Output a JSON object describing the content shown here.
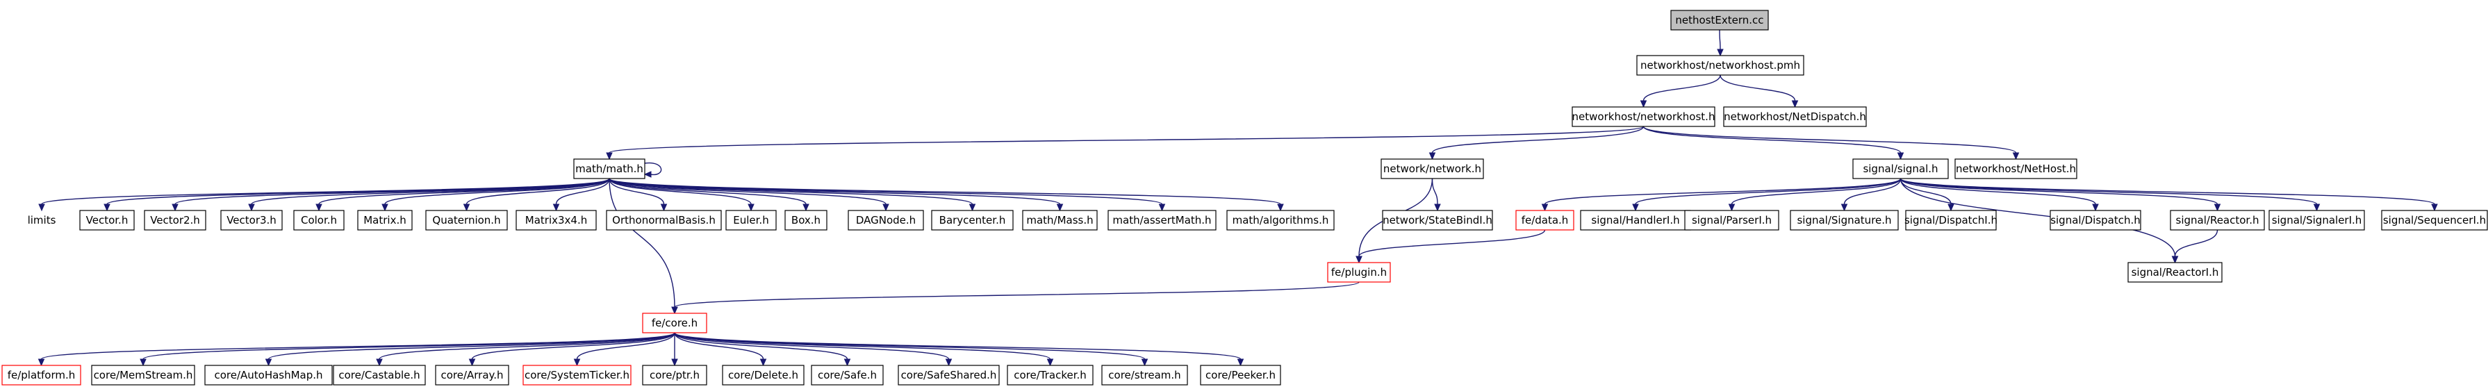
{
  "nodes": [
    {
      "id": "root",
      "label": "nethostExtern.cc",
      "style": "root"
    },
    {
      "id": "pmh",
      "label": "networkhost/networkhost.pmh",
      "style": "normal"
    },
    {
      "id": "nh",
      "label": "networkhost/networkhost.h",
      "style": "normal"
    },
    {
      "id": "netdispatch",
      "label": "networkhost/NetDispatch.h",
      "style": "normal"
    },
    {
      "id": "mathh",
      "label": "math/math.h",
      "style": "normal"
    },
    {
      "id": "networkh",
      "label": "network/network.h",
      "style": "normal"
    },
    {
      "id": "signalh",
      "label": "signal/signal.h",
      "style": "normal"
    },
    {
      "id": "nethost",
      "label": "networkhost/NetHost.h",
      "style": "normal"
    },
    {
      "id": "limits",
      "label": "limits",
      "style": "plain"
    },
    {
      "id": "vector",
      "label": "Vector.h",
      "style": "normal"
    },
    {
      "id": "vector2",
      "label": "Vector2.h",
      "style": "normal"
    },
    {
      "id": "vector3",
      "label": "Vector3.h",
      "style": "normal"
    },
    {
      "id": "color",
      "label": "Color.h",
      "style": "normal"
    },
    {
      "id": "matrix",
      "label": "Matrix.h",
      "style": "normal"
    },
    {
      "id": "quaternion",
      "label": "Quaternion.h",
      "style": "normal"
    },
    {
      "id": "matrix3x4",
      "label": "Matrix3x4.h",
      "style": "normal"
    },
    {
      "id": "orthonormal",
      "label": "OrthonormalBasis.h",
      "style": "normal"
    },
    {
      "id": "euler",
      "label": "Euler.h",
      "style": "normal"
    },
    {
      "id": "box",
      "label": "Box.h",
      "style": "normal"
    },
    {
      "id": "dagnode",
      "label": "DAGNode.h",
      "style": "normal"
    },
    {
      "id": "barycenter",
      "label": "Barycenter.h",
      "style": "normal"
    },
    {
      "id": "mass",
      "label": "math/Mass.h",
      "style": "normal"
    },
    {
      "id": "assertmath",
      "label": "math/assertMath.h",
      "style": "normal"
    },
    {
      "id": "algorithms",
      "label": "math/algorithms.h",
      "style": "normal"
    },
    {
      "id": "statebindi",
      "label": "network/StateBindI.h",
      "style": "normal"
    },
    {
      "id": "fedata",
      "label": "fe/data.h",
      "style": "red"
    },
    {
      "id": "handleri",
      "label": "signal/HandlerI.h",
      "style": "normal"
    },
    {
      "id": "parseri",
      "label": "signal/ParserI.h",
      "style": "normal"
    },
    {
      "id": "signature",
      "label": "signal/Signature.h",
      "style": "normal"
    },
    {
      "id": "dispatchi",
      "label": "signal/DispatchI.h",
      "style": "normal"
    },
    {
      "id": "dispatch",
      "label": "signal/Dispatch.h",
      "style": "normal"
    },
    {
      "id": "reactor",
      "label": "signal/Reactor.h",
      "style": "normal"
    },
    {
      "id": "signaleri",
      "label": "signal/SignalerI.h",
      "style": "normal"
    },
    {
      "id": "sequenceri",
      "label": "signal/SequencerI.h",
      "style": "normal"
    },
    {
      "id": "fecore",
      "label": "fe/core.h",
      "style": "red"
    },
    {
      "id": "plugin",
      "label": "fe/plugin.h",
      "style": "red"
    },
    {
      "id": "reactori",
      "label": "signal/ReactorI.h",
      "style": "normal"
    },
    {
      "id": "platform",
      "label": "fe/platform.h",
      "style": "red"
    },
    {
      "id": "memstream",
      "label": "core/MemStream.h",
      "style": "normal"
    },
    {
      "id": "autohashmap",
      "label": "core/AutoHashMap.h",
      "style": "normal"
    },
    {
      "id": "castable",
      "label": "core/Castable.h",
      "style": "normal"
    },
    {
      "id": "array",
      "label": "core/Array.h",
      "style": "normal"
    },
    {
      "id": "systemticker",
      "label": "core/SystemTicker.h",
      "style": "red"
    },
    {
      "id": "ptr",
      "label": "core/ptr.h",
      "style": "normal"
    },
    {
      "id": "delete",
      "label": "core/Delete.h",
      "style": "normal"
    },
    {
      "id": "safe",
      "label": "core/Safe.h",
      "style": "normal"
    },
    {
      "id": "safeshared",
      "label": "core/SafeShared.h",
      "style": "normal"
    },
    {
      "id": "tracker",
      "label": "core/Tracker.h",
      "style": "normal"
    },
    {
      "id": "stream",
      "label": "core/stream.h",
      "style": "normal"
    },
    {
      "id": "peeker",
      "label": "core/Peeker.h",
      "style": "normal"
    }
  ],
  "edges": [
    [
      "root",
      "pmh"
    ],
    [
      "pmh",
      "nh"
    ],
    [
      "pmh",
      "netdispatch"
    ],
    [
      "nh",
      "mathh"
    ],
    [
      "nh",
      "networkh"
    ],
    [
      "nh",
      "signalh"
    ],
    [
      "nh",
      "nethost"
    ],
    [
      "mathh",
      "mathh"
    ],
    [
      "mathh",
      "limits"
    ],
    [
      "mathh",
      "vector"
    ],
    [
      "mathh",
      "vector2"
    ],
    [
      "mathh",
      "vector3"
    ],
    [
      "mathh",
      "color"
    ],
    [
      "mathh",
      "matrix"
    ],
    [
      "mathh",
      "quaternion"
    ],
    [
      "mathh",
      "matrix3x4"
    ],
    [
      "mathh",
      "orthonormal"
    ],
    [
      "mathh",
      "euler"
    ],
    [
      "mathh",
      "box"
    ],
    [
      "mathh",
      "dagnode"
    ],
    [
      "mathh",
      "barycenter"
    ],
    [
      "mathh",
      "mass"
    ],
    [
      "mathh",
      "assertmath"
    ],
    [
      "mathh",
      "algorithms"
    ],
    [
      "mathh",
      "fecore"
    ],
    [
      "networkh",
      "statebindi"
    ],
    [
      "networkh",
      "plugin"
    ],
    [
      "signalh",
      "fedata"
    ],
    [
      "signalh",
      "handleri"
    ],
    [
      "signalh",
      "parseri"
    ],
    [
      "signalh",
      "signature"
    ],
    [
      "signalh",
      "dispatchi"
    ],
    [
      "signalh",
      "dispatch"
    ],
    [
      "signalh",
      "reactor"
    ],
    [
      "signalh",
      "signaleri"
    ],
    [
      "signalh",
      "sequenceri"
    ],
    [
      "signalh",
      "reactori"
    ],
    [
      "reactor",
      "reactori"
    ],
    [
      "fedata",
      "plugin"
    ],
    [
      "plugin",
      "fecore"
    ],
    [
      "fecore",
      "platform"
    ],
    [
      "fecore",
      "memstream"
    ],
    [
      "fecore",
      "autohashmap"
    ],
    [
      "fecore",
      "castable"
    ],
    [
      "fecore",
      "array"
    ],
    [
      "fecore",
      "systemticker"
    ],
    [
      "fecore",
      "ptr"
    ],
    [
      "fecore",
      "delete"
    ],
    [
      "fecore",
      "safe"
    ],
    [
      "fecore",
      "safeshared"
    ],
    [
      "fecore",
      "tracker"
    ],
    [
      "fecore",
      "stream"
    ],
    [
      "fecore",
      "peeker"
    ]
  ]
}
